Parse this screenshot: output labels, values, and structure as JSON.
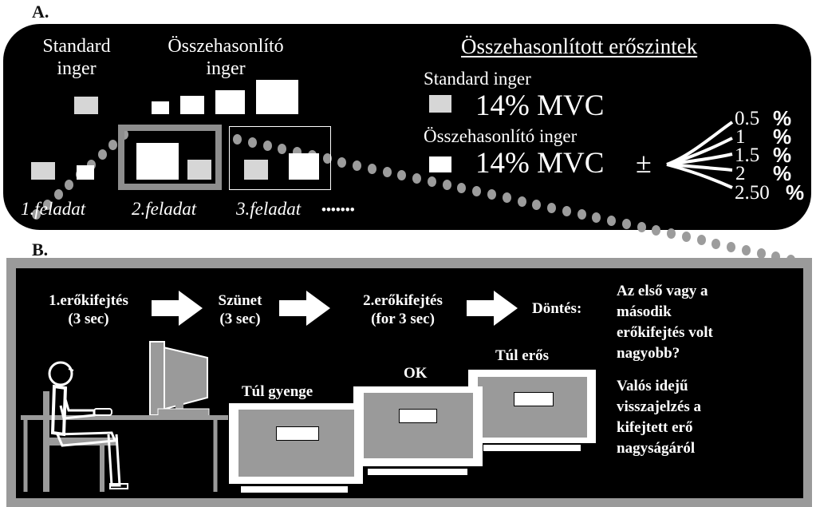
{
  "panel_a": {
    "label": "A.",
    "standard_label_line1": "Standard",
    "standard_label_line2": "inger",
    "comparison_label_line1": "Összehasonlító",
    "comparison_label_line2": "inger",
    "task1": "1.feladat",
    "task2": "2.feladat",
    "task3": "3.feladat",
    "ellipsis": "•••••••",
    "levels_title": "Összehasonlított erőszintek",
    "standard_stimulus": "Standard inger",
    "standard_value": "14% MVC",
    "comparison_stimulus": "Összehasonlító inger",
    "comparison_value": "14% MVC",
    "plus_minus": "±",
    "offsets": [
      "0.5",
      "1",
      "1.5",
      "2",
      "2.50"
    ],
    "percent_sign": "%"
  },
  "panel_b": {
    "label": "B.",
    "step1_line1": "1.erőkifejtés",
    "step1_line2": "(3 sec)",
    "step2_line1": "Szünet",
    "step2_line2": "(3 sec)",
    "step3_line1": "2.erőkifejtés",
    "step3_line2": "(for 3 sec)",
    "decision": "Döntés:",
    "question_lines": [
      "Az első vagy a",
      "második",
      "erőkifejtés volt",
      "nagyobb?"
    ],
    "feedback_lines": [
      "Valós idejű",
      "visszajelzés a",
      "kifejtett erő",
      "nagyságáról"
    ],
    "monitor_weak": "Túl gyenge",
    "monitor_ok": "OK",
    "monitor_strong": "Túl erős"
  },
  "colors": {
    "background": "#000000",
    "foreground": "#ffffff",
    "frame_gray": "#9a9a9a",
    "square_gray": "#d6d6d6",
    "dot_gray": "#9c9c9c"
  }
}
